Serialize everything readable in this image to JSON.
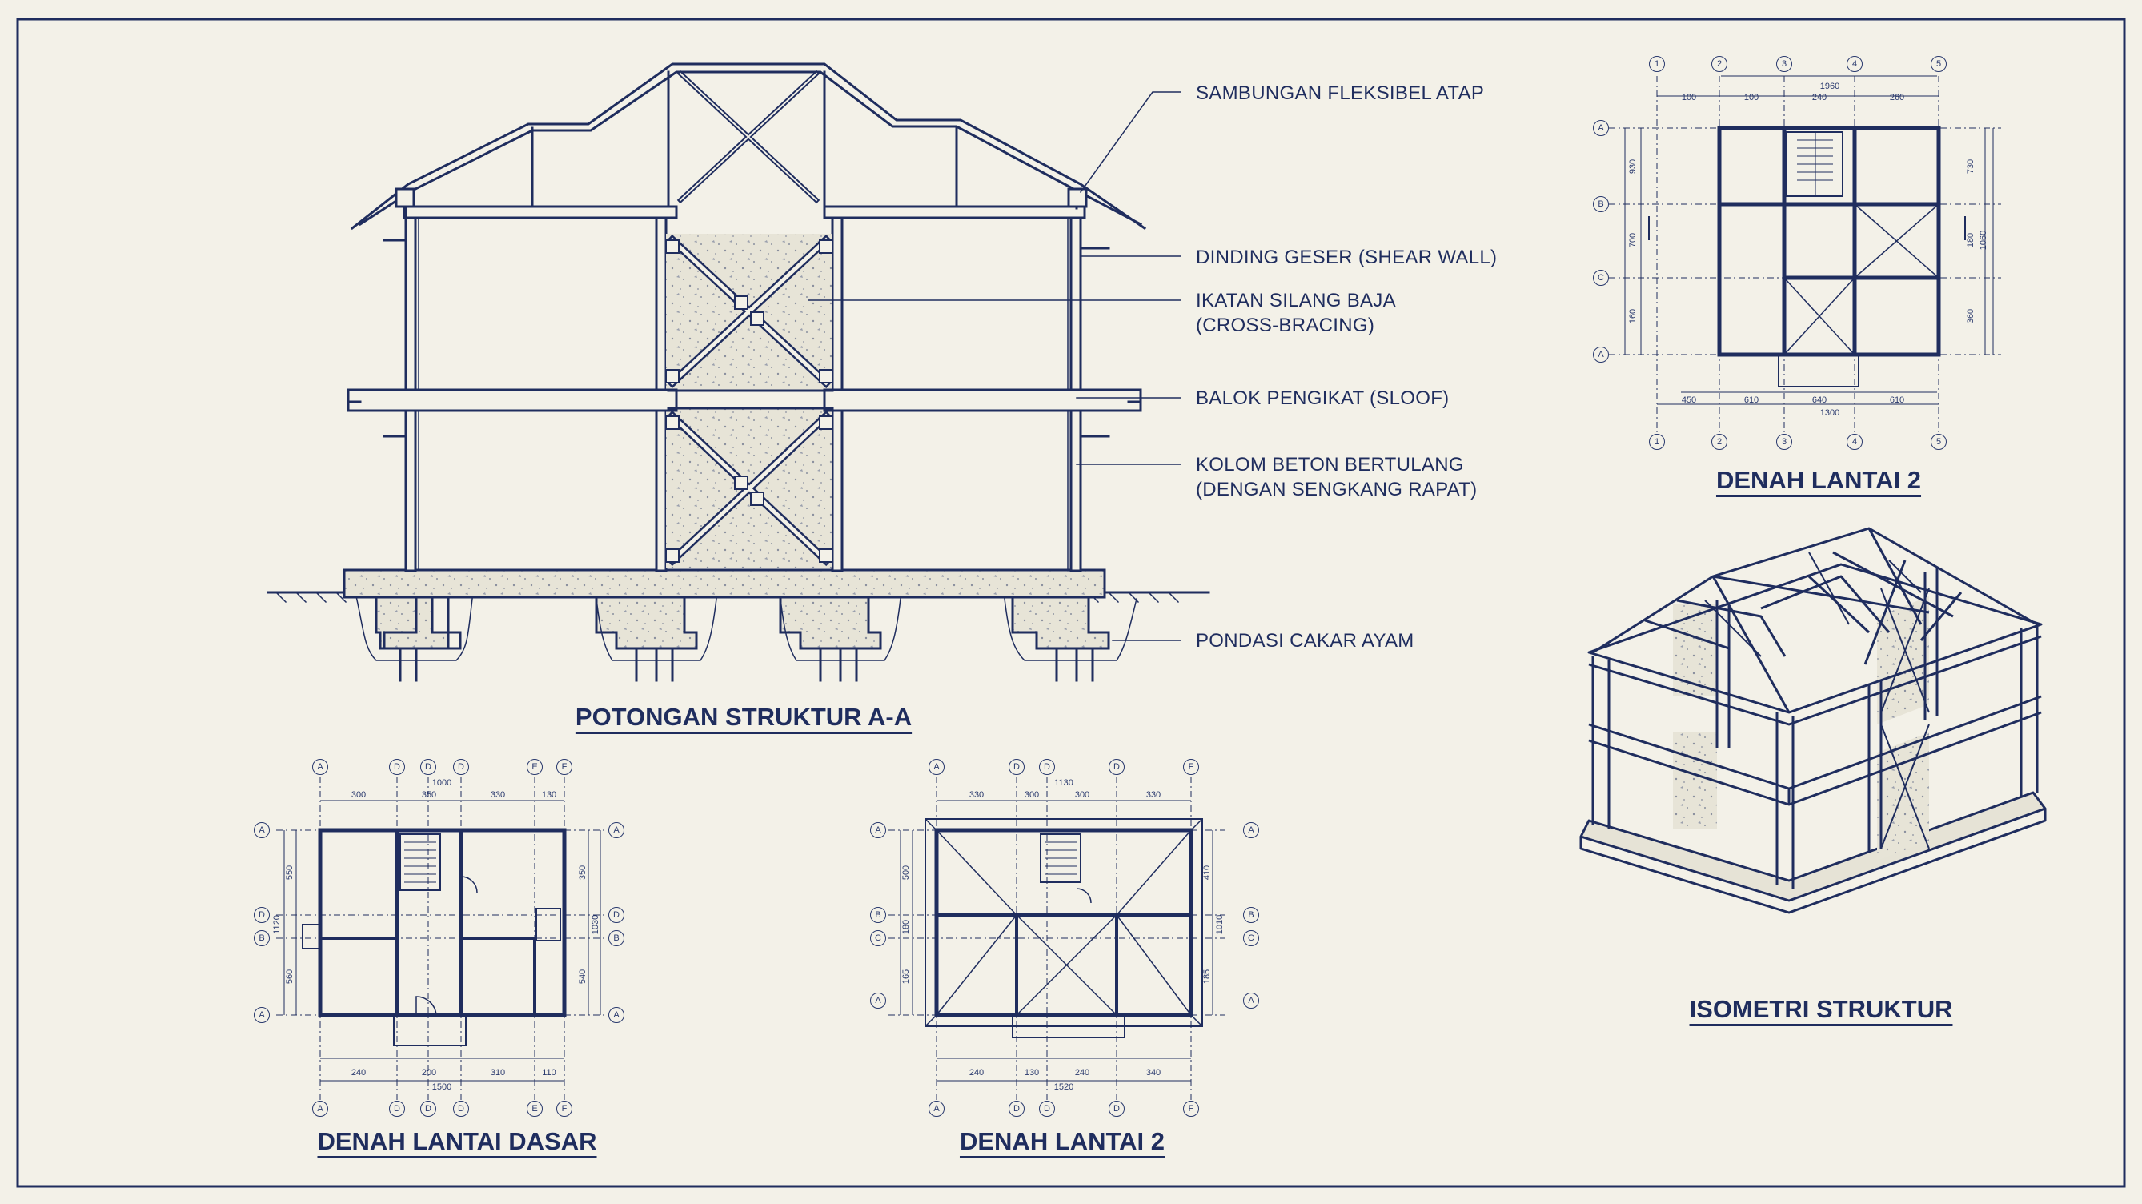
{
  "colors": {
    "ink": "#1f2d5e",
    "paper": "#f3f1e8",
    "fill": "#e6e3d6"
  },
  "section": {
    "title": "POTONGAN STRUKTUR A-A",
    "labels": [
      "SAMBUNGAN FLEKSIBEL ATAP",
      "DINDING GESER (SHEAR WALL)",
      "IKATAN SILANG BAJA",
      "(CROSS-BRACING)",
      "BALOK PENGIKAT (SLOOF)",
      "KOLOM BETON BERTULANG",
      "(DENGAN SENGKANG RAPAT)",
      "PONDASI CAKAR AYAM"
    ]
  },
  "plan_top": {
    "title": "DENAH LANTAI 2",
    "grid_top": [
      "1",
      "2",
      "3",
      "4",
      "5"
    ],
    "grid_left": [
      "A",
      "B",
      "C",
      "A"
    ],
    "dims_top": [
      "100",
      "100",
      "240",
      "260"
    ],
    "overall_top": "1960",
    "dims_bottom": [
      "450",
      "610",
      "640",
      "610"
    ],
    "overall_bottom": "1300",
    "dims_left": [
      "930",
      "700",
      "160"
    ],
    "dims_right": [
      "730",
      "180",
      "360"
    ],
    "overall_right": "1060"
  },
  "plan_ground": {
    "title": "DENAH LANTAI DASAR",
    "grid_top": [
      "A",
      "D",
      "D",
      "D",
      "E",
      "F"
    ],
    "grid_left": [
      "A",
      "D",
      "B",
      "A"
    ],
    "dims_top": [
      "300",
      "350",
      "330",
      "130"
    ],
    "overall_top": "1000",
    "dims_bottom": [
      "240",
      "200",
      "310",
      "110"
    ],
    "overall_bottom": "1500",
    "dims_left": [
      "550",
      "560"
    ],
    "dims_right": [
      "350",
      "540"
    ],
    "overall_left": "1120",
    "overall_right": "1030"
  },
  "plan_second": {
    "title": "DENAH LANTAI 2",
    "grid_top": [
      "A",
      "D",
      "D",
      "D",
      "F"
    ],
    "grid_left": [
      "A",
      "B",
      "C",
      "A"
    ],
    "dims_top": [
      "330",
      "300",
      "300",
      "330"
    ],
    "overall_top": "1130",
    "dims_bottom": [
      "240",
      "130",
      "240",
      "340"
    ],
    "overall_bottom": "1520",
    "dims_left": [
      "500",
      "180",
      "165"
    ],
    "dims_right": [
      "410",
      "185"
    ],
    "overall_right": "1010"
  },
  "iso": {
    "title": "ISOMETRI STRUKTUR"
  }
}
